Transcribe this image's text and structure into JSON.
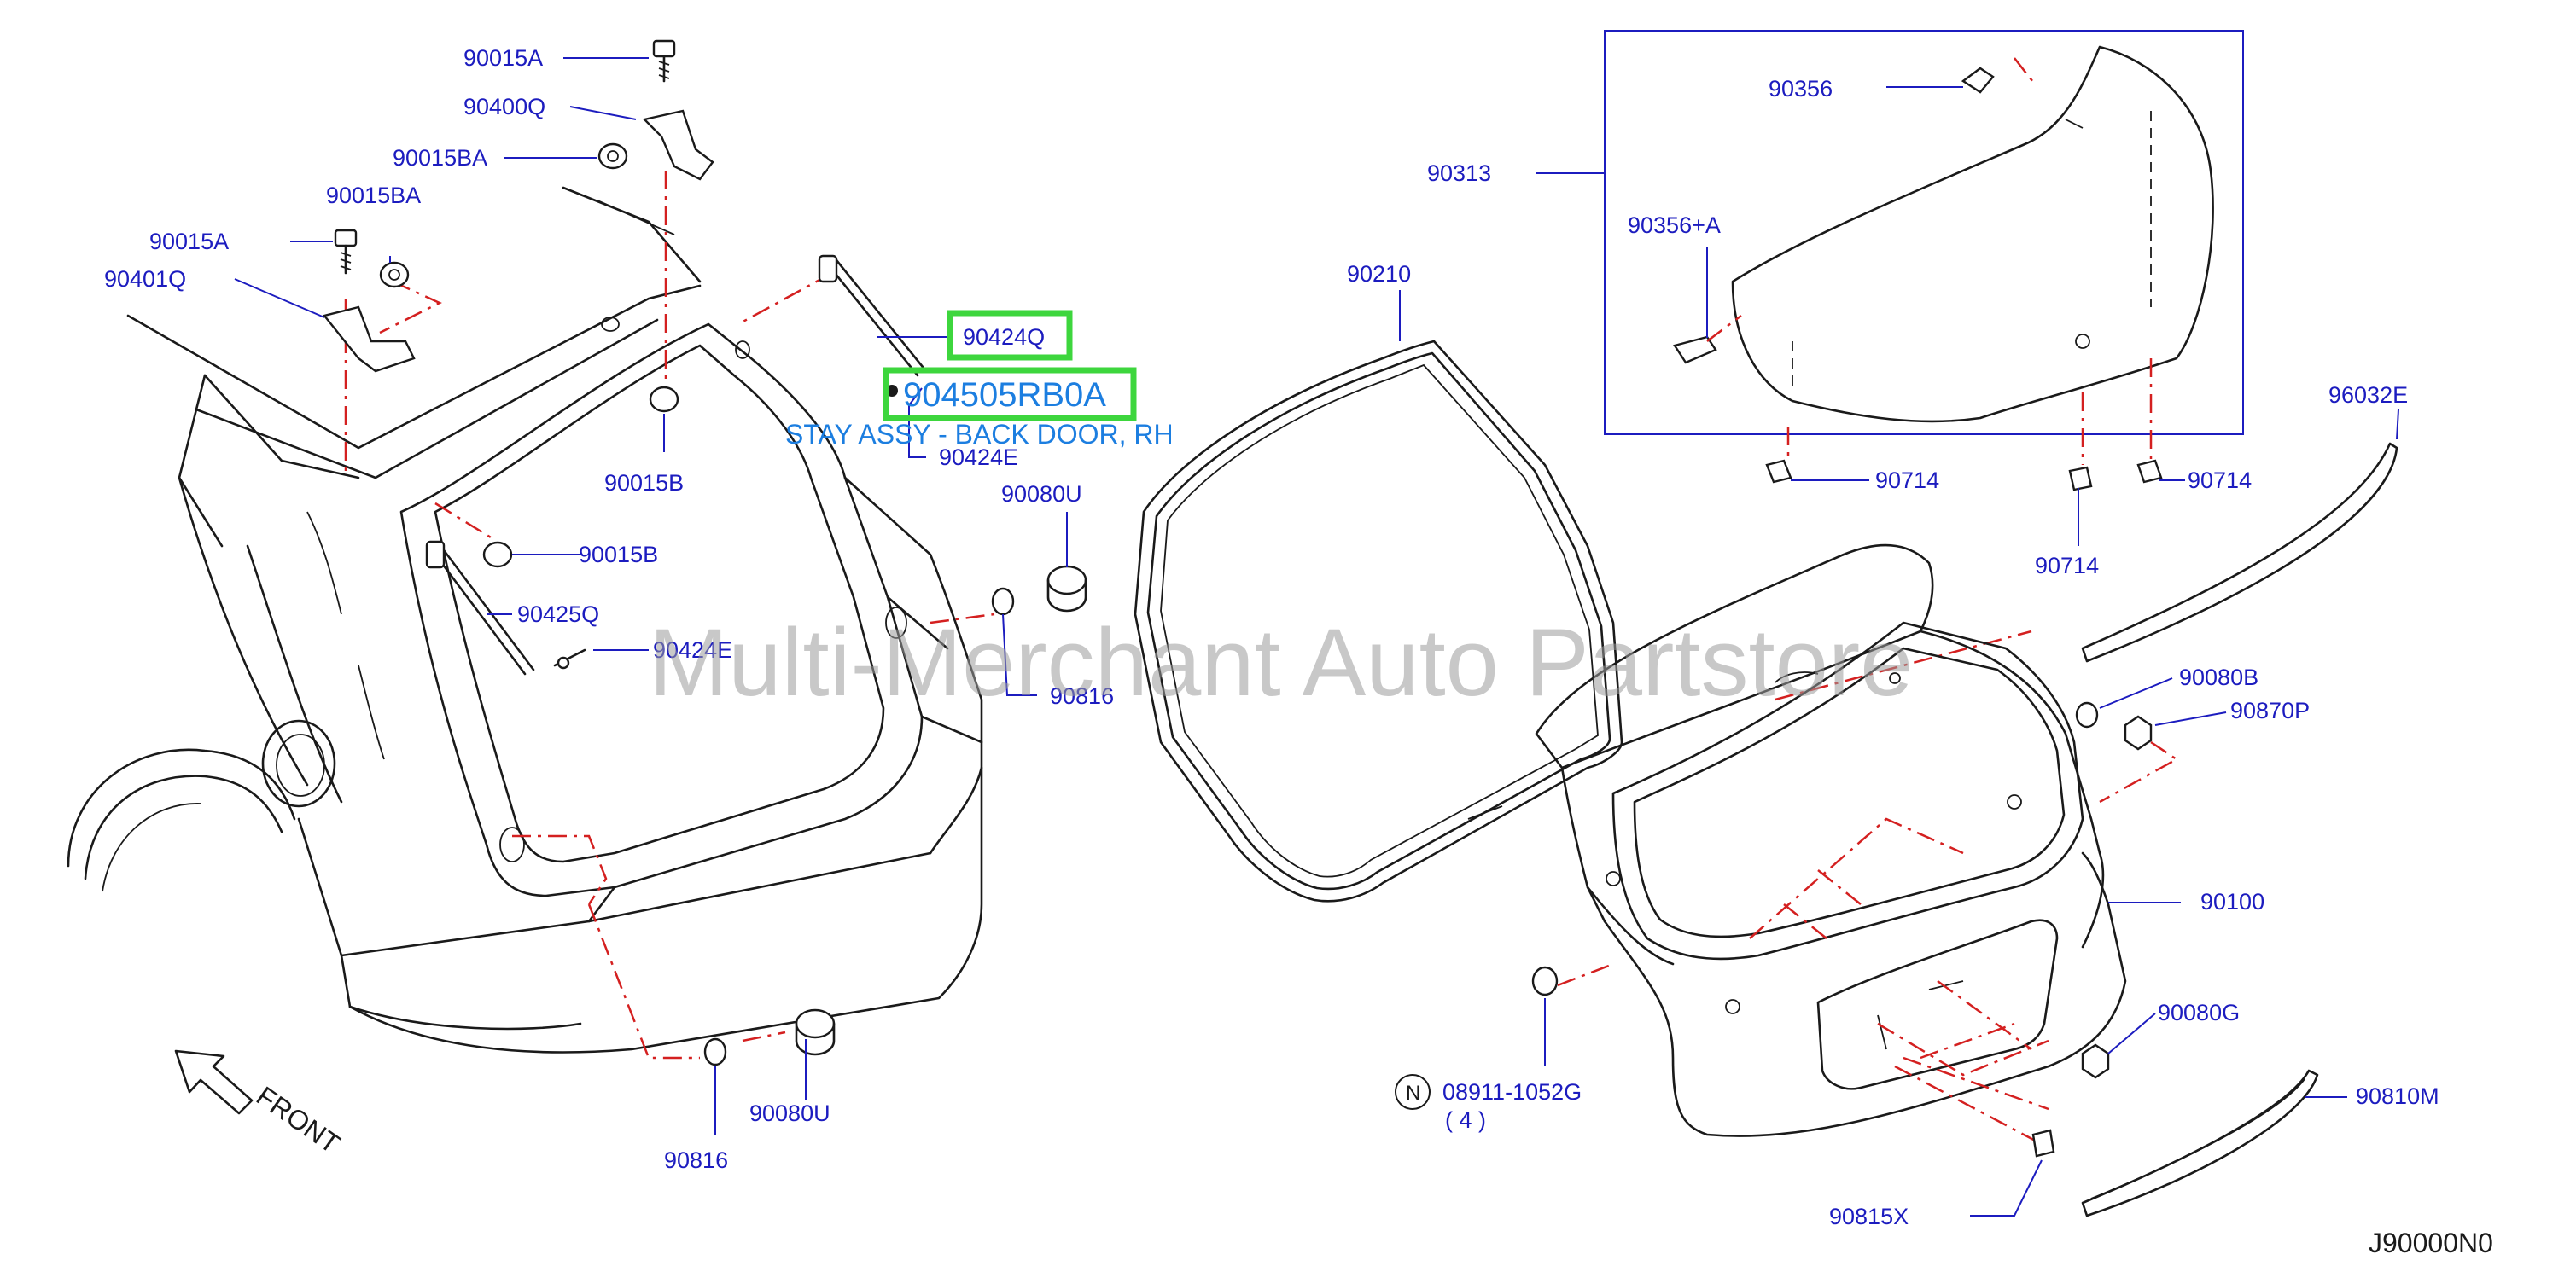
{
  "diagram": {
    "code": "J90000N0",
    "front_label": "FRONT",
    "watermark": "Multi-Merchant Auto Partstore",
    "highlight": {
      "part_number": "904505RB0A",
      "description": "STAY ASSY - BACK DOOR, RH"
    },
    "parts": {
      "p90015A_top": "90015A",
      "p90400Q": "90400Q",
      "p90015BA_top": "90015BA",
      "p90015BA_mid": "90015BA",
      "p90015A_mid": "90015A",
      "p90401Q": "90401Q",
      "p90424Q": "90424Q",
      "p90424E_upper": "90424E",
      "p90015B_mid": "90015B",
      "p90015B_low": "90015B",
      "p90425Q": "90425Q",
      "p90424E_lower": "90424E",
      "p90080U_upper": "90080U",
      "p90816_upper": "90816",
      "p90080U_lower": "90080U",
      "p90816_lower": "90816",
      "p90210": "90210",
      "p90313": "90313",
      "p90356": "90356",
      "p90356A": "90356+A",
      "p90714_left": "90714",
      "p90714_mid": "90714",
      "p90714_right": "90714",
      "p96032E": "96032E",
      "p90080B": "90080B",
      "p90870P": "90870P",
      "p90100": "90100",
      "p08911": "08911-1052G",
      "p08911_qty": "( 4 )",
      "p08911_mark": "N",
      "p90080G": "90080G",
      "p90810M": "90810M",
      "p90815X": "90815X"
    }
  }
}
